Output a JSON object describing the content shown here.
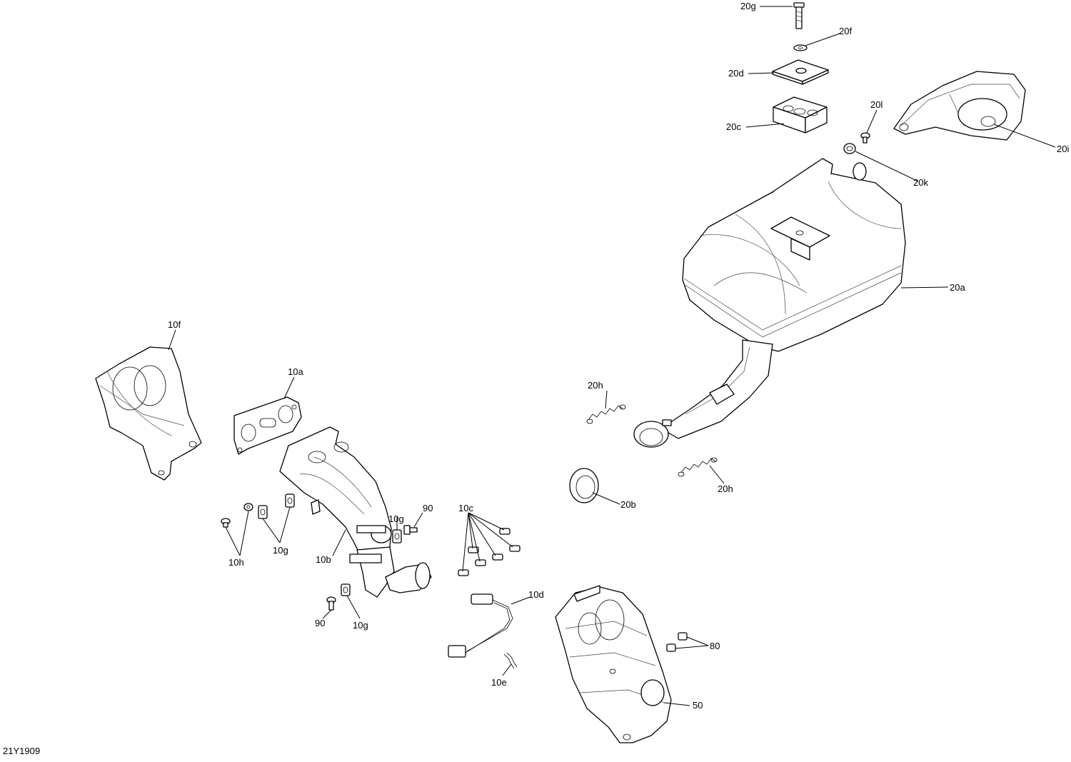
{
  "diagram_code": "21Y1909",
  "callouts": {
    "c_20g": "20g",
    "c_20f": "20f",
    "c_20d": "20d",
    "c_20c": "20c",
    "c_20l": "20l",
    "c_20i": "20i",
    "c_20k": "20k",
    "c_20a": "20a",
    "c_20h_top": "20h",
    "c_20h_bottom": "20h",
    "c_20b": "20b",
    "c_10f": "10f",
    "c_10a": "10a",
    "c_10b": "10b",
    "c_10c": "10c",
    "c_10d": "10d",
    "c_10e": "10e",
    "c_10h": "10h",
    "c_10g_left": "10g",
    "c_10g_mid": "10g",
    "c_10g_bottom": "10g",
    "c_90_top": "90",
    "c_90_bottom": "90",
    "c_80": "80",
    "c_50": "50"
  }
}
